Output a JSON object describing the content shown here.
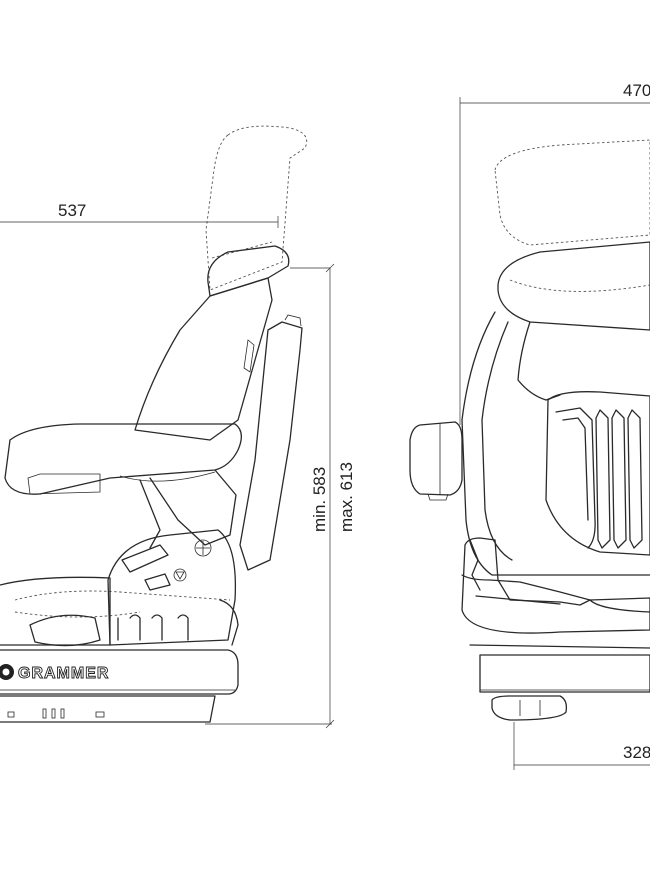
{
  "dimensions": {
    "side_depth": "537",
    "height_min": "min. 583",
    "height_max": "max. 613",
    "front_width": "470",
    "base_width": "328"
  },
  "brand": {
    "logo_text": "GRAMMER"
  }
}
